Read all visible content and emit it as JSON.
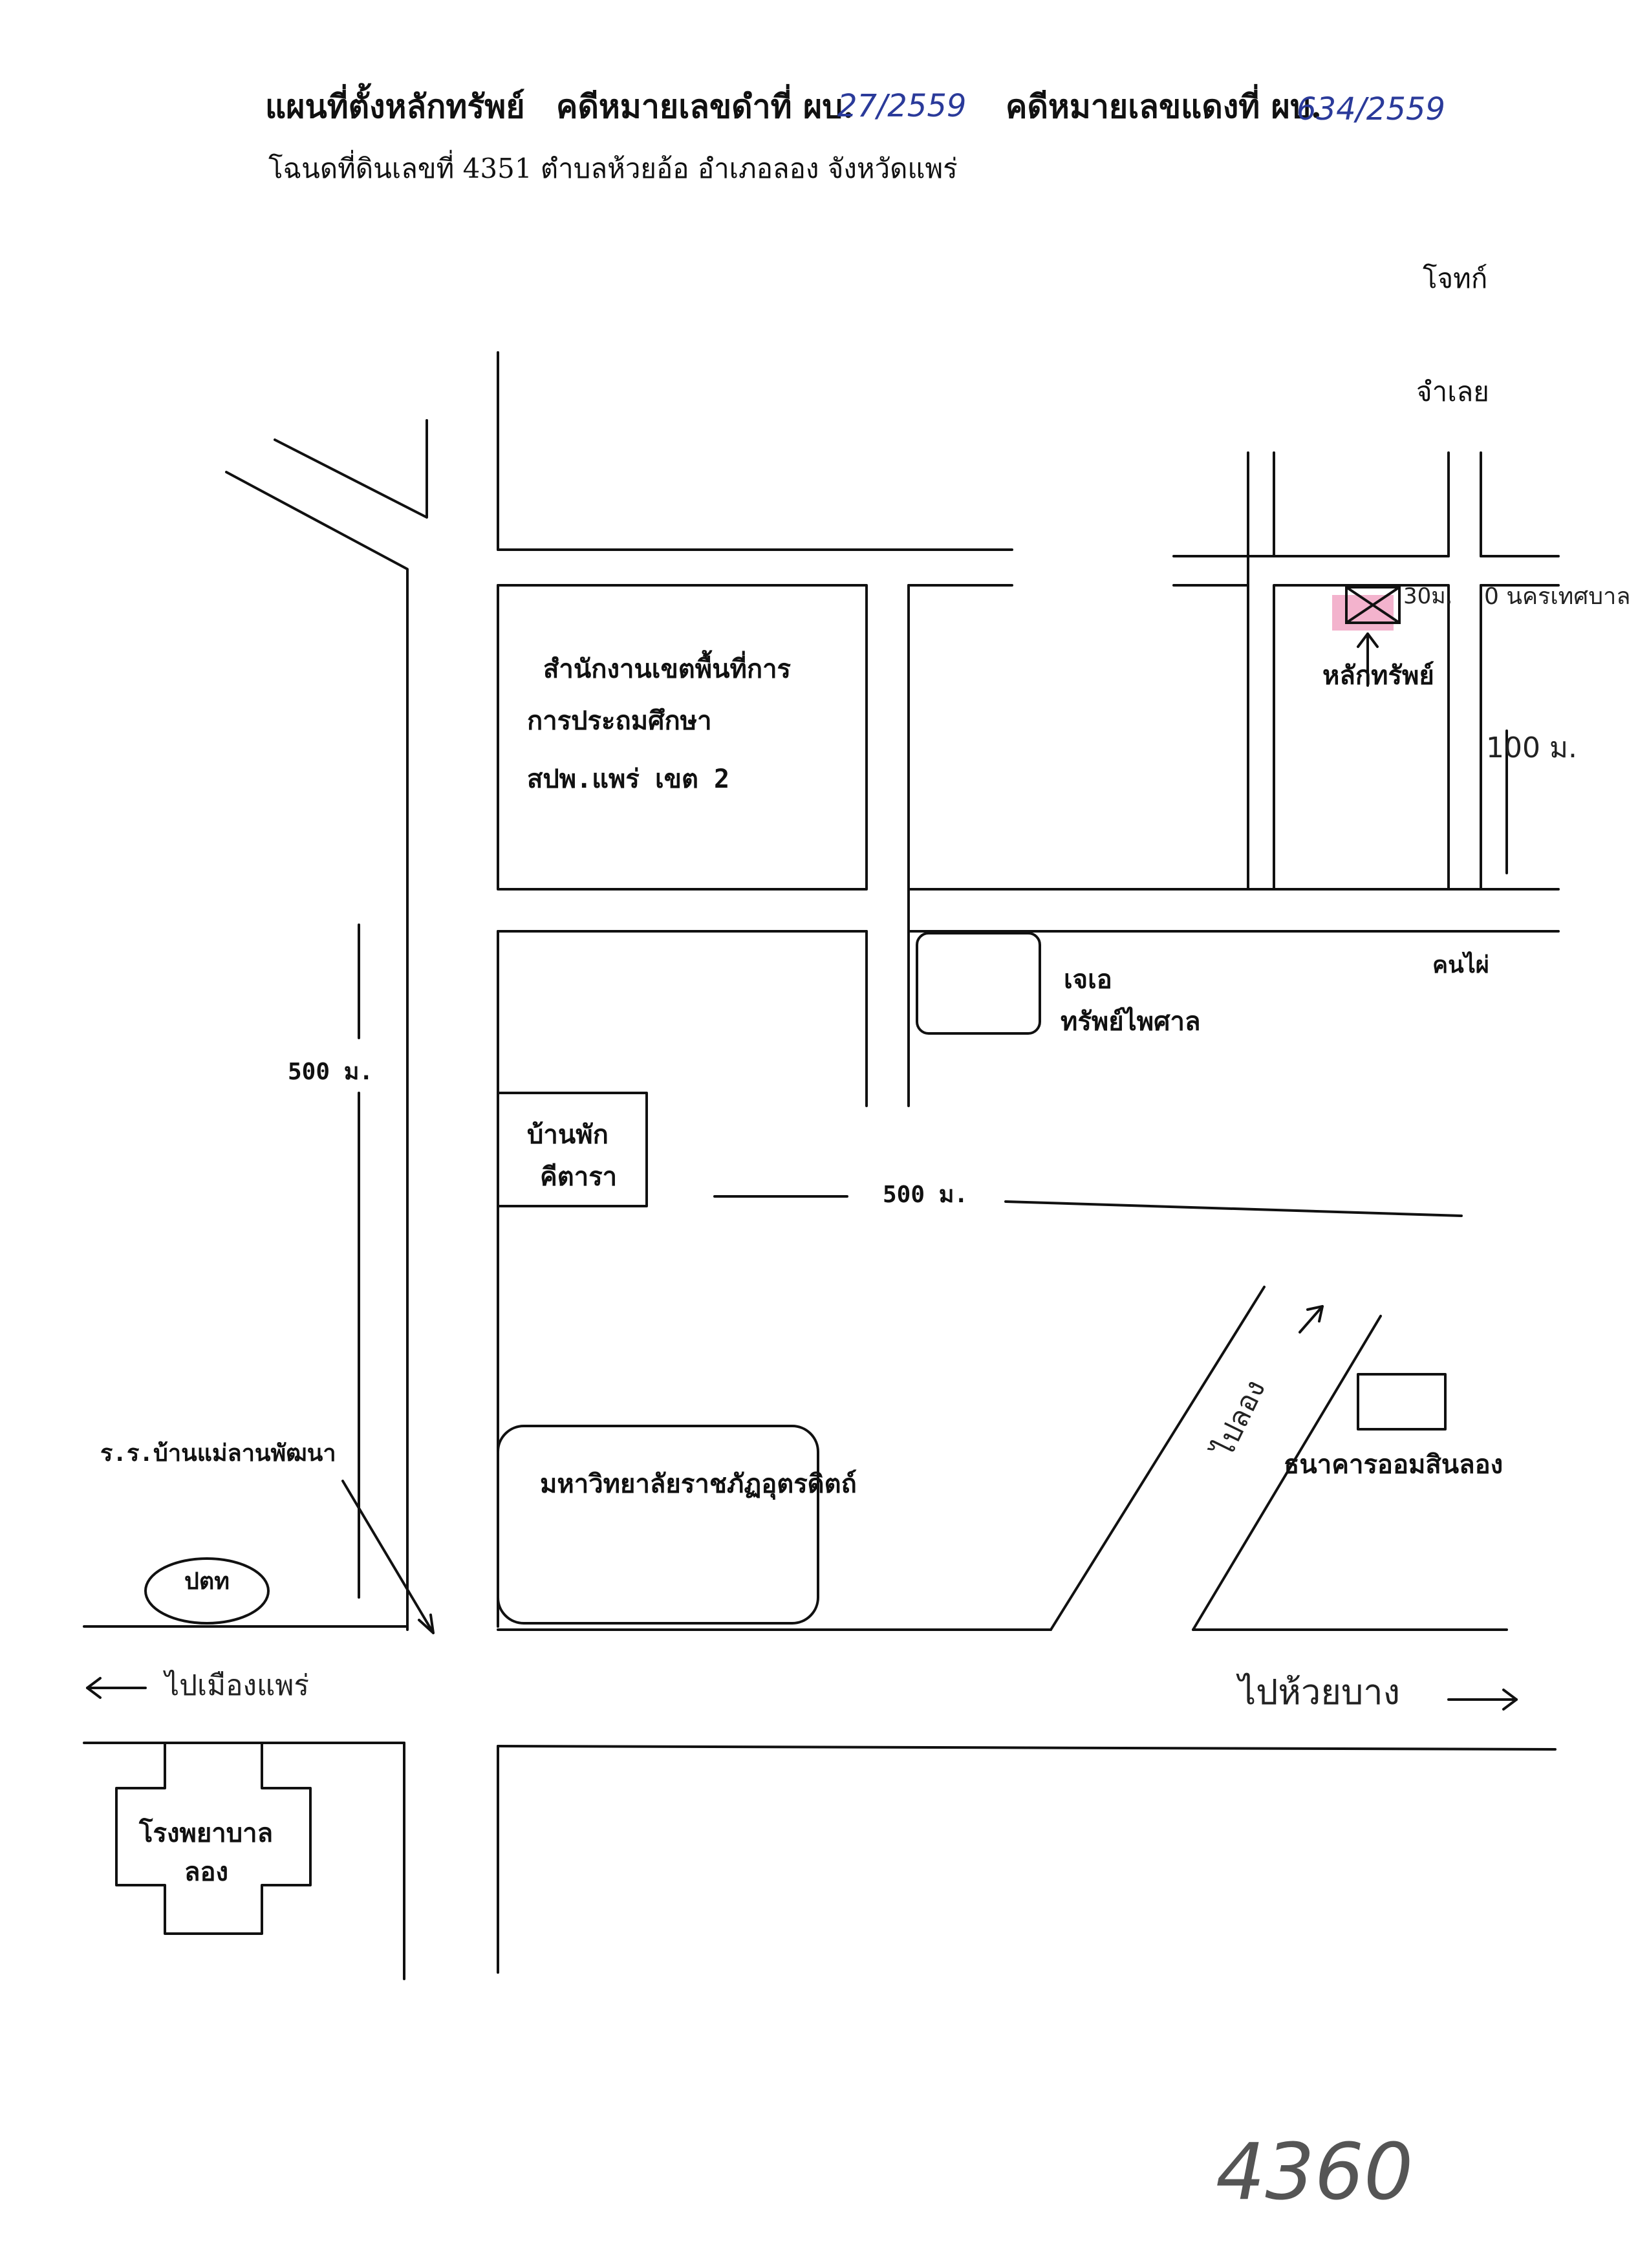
{
  "header": {
    "title": "แผนที่ตั้งหลักทรัพย์",
    "black_case_label": "คดีหมายเลขดำที่ ผบ.",
    "black_case_no": "27/2559",
    "red_case_label": "คดีหมายเลขแดงที่ ผบ.",
    "red_case_no": "634/2559",
    "deed_line": "โฉนดที่ดินเลขที่ 4351 ตำบลห้วยอ้อ อำเภอลอง จังหวัดแพร่"
  },
  "parties": {
    "plaintiff": "โจทก์",
    "defendant": "จำเลย"
  },
  "places": {
    "office_line1": "สำนักงานเขตพื้นที่การ",
    "office_line2": "การประถมศึกษา",
    "office_line3": "สปพ.แพร่ เขต 2",
    "property": "หลักทรัพย์",
    "property_dist": "30ม.",
    "district_road": "0 นครเทศบาล",
    "dist_100": "100 ม.",
    "kon_pai": "คนไผ่",
    "jj_line1": "เจเอ",
    "jj_line2": "ทรัพย์ไพศาล",
    "guesthouse_line1": "บ้านพัก",
    "guesthouse_line2": "คีตารา",
    "dist_500_left": "500 ม.",
    "dist_500_mid": "500 ม.",
    "village_school": "ร.ร.บ้านแม่ลานพัฒนา",
    "health_station": "ปตท",
    "university": "มหาวิทยาลัยราชภัฏอุตรดิตถ์",
    "bank": "ธนาคารออมสินลอง",
    "to_long": "ไปลอง",
    "to_phrae": "ไปเมืองแพร่",
    "to_pakpan": "ไปห้วยบาง",
    "hospital_line1": "โรงพยาบาล",
    "hospital_line2": "ลอง"
  },
  "page_number": "4360",
  "colors": {
    "ink": "#111111",
    "handwriting": "#2a3a9a",
    "property_marker": "#f0a0c0"
  }
}
